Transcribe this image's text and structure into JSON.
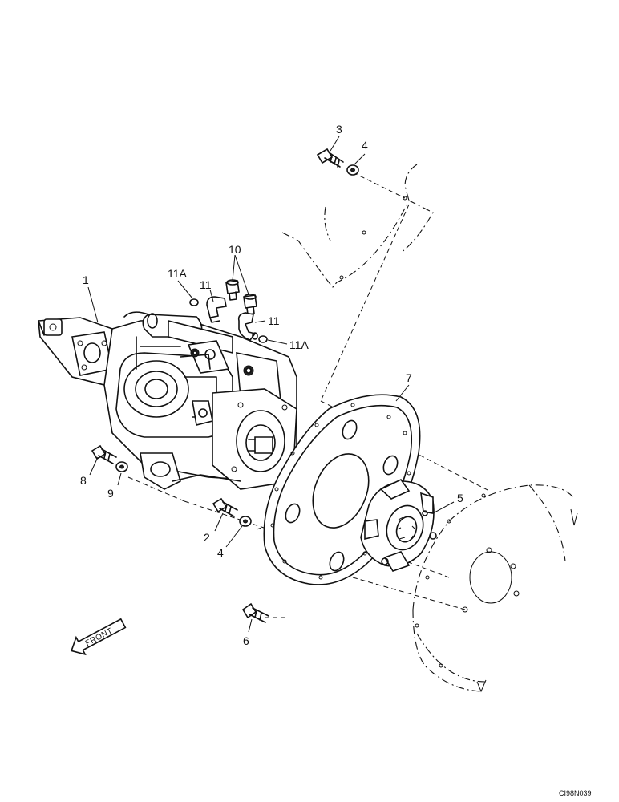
{
  "callouts": {
    "c1": "1",
    "c2": "2",
    "c3": "3",
    "c4a": "4",
    "c4b": "4",
    "c5": "5",
    "c6": "6",
    "c7": "7",
    "c8": "8",
    "c9": "9",
    "c10": "10",
    "c11a": "11",
    "c11b": "11",
    "c11A_a": "11A",
    "c11A_b": "11A"
  },
  "front_label": "FRONT",
  "figure_code": "CI98N039"
}
